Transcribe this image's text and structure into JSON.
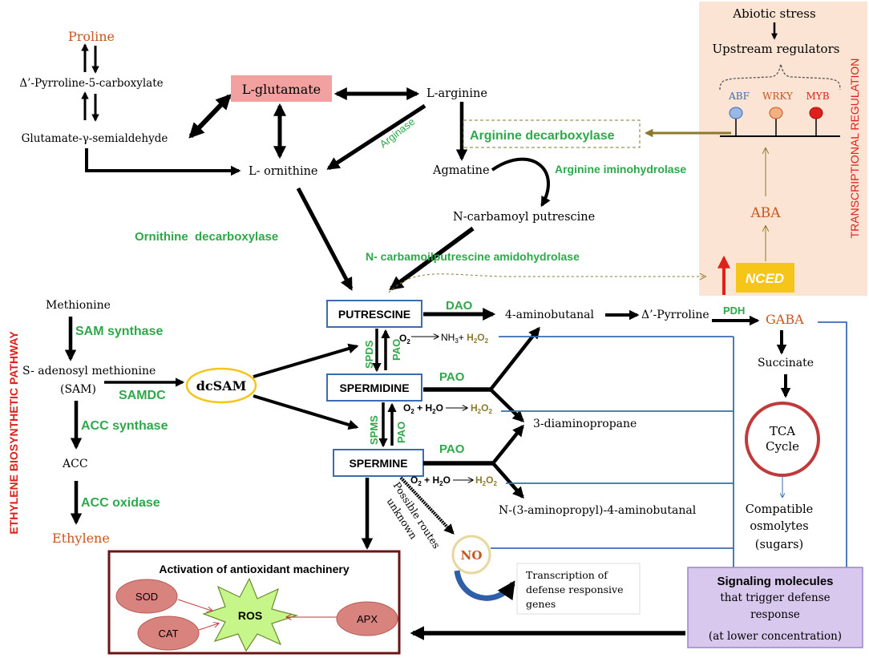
{
  "colors": {
    "green": "#2ea84a",
    "orange": "#c8561e",
    "red": "#e0201b",
    "blue_box": "#3a6db0",
    "black": "#000000",
    "peach_panel": "#fbe4d3",
    "pink_box": "#f3a0a0",
    "olive": "#8b7a2e",
    "nced_yellow": "#f5c518",
    "purple_box": "#d8c8ee",
    "dark_red_border": "#6b1414",
    "ros_green": "#c6f58a",
    "ellipse_fill": "#d9837f",
    "tca_border": "#c0393b",
    "no_border": "#e8d8a0",
    "wavy_blue": "#2f5fa8"
  },
  "proline_pathway": {
    "proline": "Proline",
    "p5c": "Δ’-Pyrroline-5-carboxylate",
    "gsa": "Glutamate-γ-semialdehyde",
    "glutamate": "L-glutamate",
    "arginine": "L-arginine",
    "ornithine": "L- ornithine",
    "arginase": "Arginase",
    "ornithine_decarboxylase": "Ornithine  decarboxylase"
  },
  "arginine_pathway": {
    "arginine_decarboxylase": "Arginine decarboxylase",
    "agmatine": "Agmatine",
    "arginine_iminohydrolase": "Arginine iminohydrolase",
    "n_carbamoyl_putrescine": "N-carbamoyl putrescine",
    "amidohydrolase": "N- carbamoilputrescine amidohydrolase"
  },
  "transcriptional": {
    "abiotic_stress": "Abiotic stress",
    "upstream_regulators": "Upstream regulators",
    "abf": "ABF",
    "wrky": "WRKY",
    "myb": "MYB",
    "aba": "ABA",
    "nced": "NCED",
    "vertical_title": "TRANSCRIPTIONAL REGULATION"
  },
  "ethylene_pathway": {
    "vertical_title": "ETHYLENE BIOSYNTHETIC PATHWAY",
    "methionine": "Methionine",
    "sam_synthase": "SAM synthase",
    "sam_line1": "S- adenosyl methionine",
    "sam_line2": "(SAM)",
    "samdc": "SAMDC",
    "dcsam": "dcSAM",
    "acc_synthase": "ACC synthase",
    "acc": "ACC",
    "acc_oxidase": "ACC oxidase",
    "ethylene": "Ethylene"
  },
  "polyamines": {
    "putrescine": "PUTRESCINE",
    "spermidine": "SPERMIDINE",
    "spermine": "SPERMINE",
    "spds": "SPDS",
    "spms": "SPMS",
    "pao": "PAO",
    "dao": "DAO",
    "pdh": "PDH"
  },
  "catabolism": {
    "aminobutanal": "4-aminobutanal",
    "pyrroline": "Δ’-Pyrroline",
    "gaba": "GABA",
    "succinate": "Succinate",
    "tca_line1": "TCA",
    "tca_line2": "Cycle",
    "diaminopropane": "3-diaminopropane",
    "aminopropyl": "N-(3-aminopropyl)-4-aminobutanal",
    "osmolytes_line1": "Compatible",
    "osmolytes_line2": "osmolytes",
    "osmolytes_line3": "(sugars)"
  },
  "reactions": {
    "o2": "O",
    "nh3": "NH",
    "h2o2": "H",
    "o2_h2o": "O",
    "plus_h2o": " + H",
    "o2_sub": "2",
    "sub3": "3",
    "h2o_sub": "2",
    "h2o2_o": "O",
    "plus": "+"
  },
  "no_branch": {
    "possible_routes_line1": "Possible routes",
    "possible_routes_line2": "unknown",
    "no": "NO",
    "transcription_line1": "Transcription of",
    "transcription_line2": "defense responsive",
    "transcription_line3": "genes"
  },
  "antioxidant": {
    "title": "Activation of antioxidant machinery",
    "sod": "SOD",
    "cat": "CAT",
    "ros": "ROS",
    "apx": "APX"
  },
  "signaling": {
    "title": "Signaling molecules",
    "line2": "that trigger defense",
    "line3": "response",
    "line4": "(at lower concentration)"
  }
}
